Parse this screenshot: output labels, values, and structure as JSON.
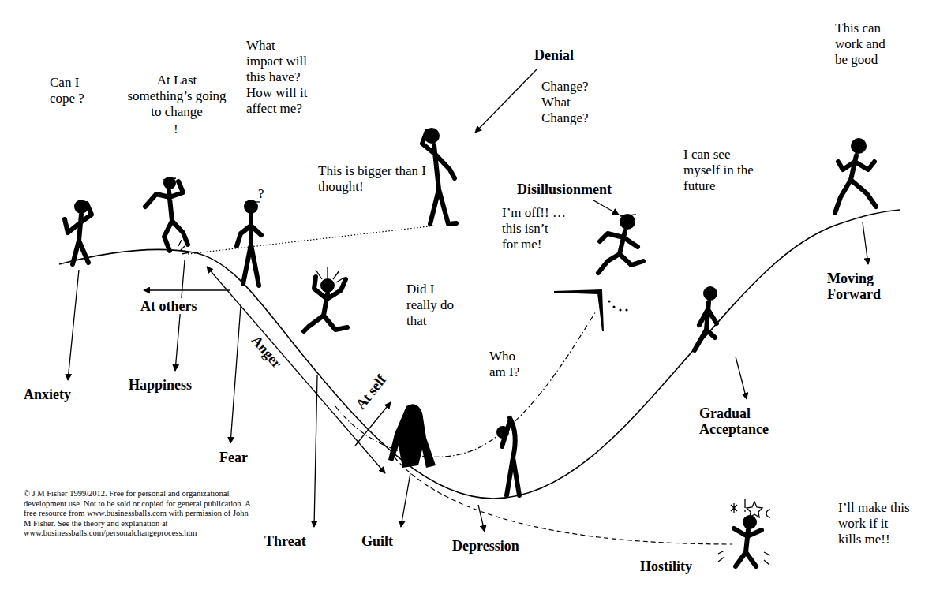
{
  "diagram": {
    "labels": [
      "Can I cope ?",
      "At Last something’s going to change",
      "!",
      "?",
      "What impact will this have? How will it affect me?",
      "Denial",
      "Change? What Change?",
      "This is bigger than I thought!",
      "Disillusionment",
      "I’m off!! … this isn’t for me!",
      "I can see myself in the future",
      "This can work and be good",
      "Did I really do that",
      "Who am I?",
      "At others",
      "Anger",
      "At self",
      "Anxiety",
      "Happiness",
      "Fear",
      "Threat",
      "Guilt",
      "Depression",
      "Hostility",
      "Gradual Acceptance",
      "Moving Forward",
      "I’ll make this work if it kills me!!",
      "© J M Fisher 1999/2012. Free for personal and organizational development use. Not to be sold or copied for general publication. A free resource from www.businessballs.com with permission of John M Fisher. See the theory and explanation at www.businessballs.com/personalchangeprocess.htm"
    ]
  }
}
